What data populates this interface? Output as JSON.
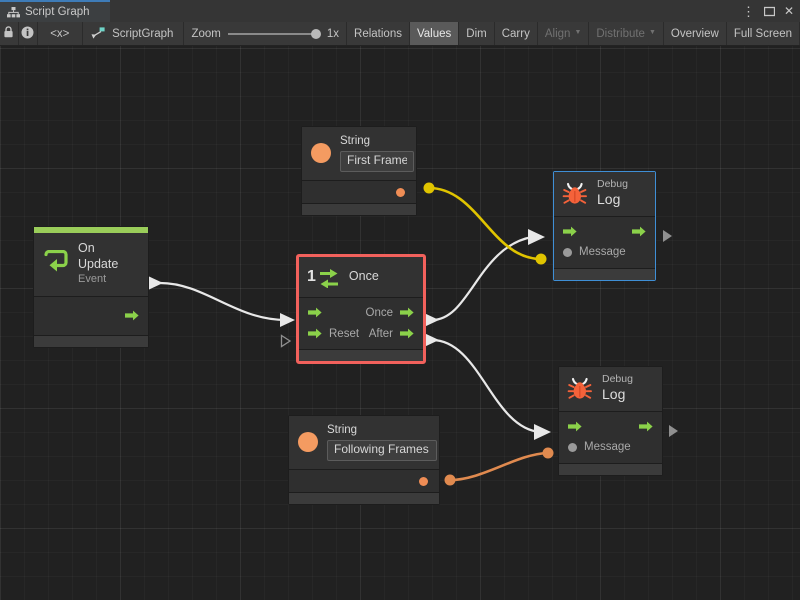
{
  "window": {
    "tab_label": "Script Graph",
    "tab_icon": "graph-hierarchy-icon",
    "controls": {
      "menu": "⋮",
      "maximize": "maximize-icon",
      "close": "✕"
    }
  },
  "toolbar": {
    "lock_icon": "lock-icon",
    "info_icon": "info-icon",
    "code_icon": "<x>",
    "graph_name": "ScriptGraph",
    "graph_icon": "script-graph-icon",
    "zoom_label": "Zoom",
    "zoom_value": "1x",
    "zoom_percent": 100,
    "buttons": [
      {
        "label": "Relations",
        "active": false,
        "dim": false,
        "caret": false
      },
      {
        "label": "Values",
        "active": true,
        "dim": false,
        "caret": false
      },
      {
        "label": "Dim",
        "active": false,
        "dim": false,
        "caret": false
      },
      {
        "label": "Carry",
        "active": false,
        "dim": false,
        "caret": false
      },
      {
        "label": "Align",
        "active": false,
        "dim": true,
        "caret": true
      },
      {
        "label": "Distribute",
        "active": false,
        "dim": true,
        "caret": true
      },
      {
        "label": "Overview",
        "active": false,
        "dim": false,
        "caret": false
      },
      {
        "label": "Full Screen",
        "active": false,
        "dim": false,
        "caret": false
      }
    ]
  },
  "colors": {
    "accent_green": "#9acd5a",
    "flow_arrow": "#8bd14a",
    "string_orange": "#f49b61",
    "wire_white": "#e8e8e8",
    "wire_yellow": "#e0c400",
    "wire_orange": "#e08a4f",
    "select_red": "#f2615c",
    "select_blue": "#3f8fd6",
    "canvas_bg": "#212121"
  },
  "nodes": {
    "on_update": {
      "title": "On Update",
      "subtitle": "Event",
      "icon": "event-loop-icon",
      "selected": false,
      "out_flow": ""
    },
    "string_first": {
      "title": "String",
      "icon": "string-value-icon",
      "value": "First Frame",
      "placeholder": "String",
      "selected": false
    },
    "string_following": {
      "title": "String",
      "icon": "string-value-icon",
      "value": "Following Frames",
      "placeholder": "String",
      "selected": false
    },
    "once": {
      "title": "Once",
      "icon": "once-counter-icon",
      "badge": "1",
      "selected": true,
      "selection_color": "red",
      "inputs": [
        {
          "label": "",
          "kind": "flow"
        },
        {
          "label": "Reset",
          "kind": "flow"
        }
      ],
      "outputs": [
        {
          "label": "Once",
          "kind": "flow"
        },
        {
          "label": "After",
          "kind": "flow"
        }
      ]
    },
    "debug_log_1": {
      "title_small": "Debug",
      "title_big": "Log",
      "icon": "bug-icon",
      "selected": true,
      "selection_color": "blue",
      "input_value_label": "Message"
    },
    "debug_log_2": {
      "title_small": "Debug",
      "title_big": "Log",
      "icon": "bug-icon",
      "selected": false,
      "input_value_label": "Message"
    }
  },
  "edges": [
    {
      "name": "onupdate-to-once",
      "type": "flow",
      "color": "#e8e8e8"
    },
    {
      "name": "once-to-debuglog1",
      "type": "flow",
      "color": "#e8e8e8"
    },
    {
      "name": "after-to-debuglog2",
      "type": "flow",
      "color": "#e8e8e8"
    },
    {
      "name": "string1-to-message1",
      "type": "value",
      "color": "#e0c400"
    },
    {
      "name": "string2-to-message2",
      "type": "value",
      "color": "#e08a4f"
    }
  ]
}
